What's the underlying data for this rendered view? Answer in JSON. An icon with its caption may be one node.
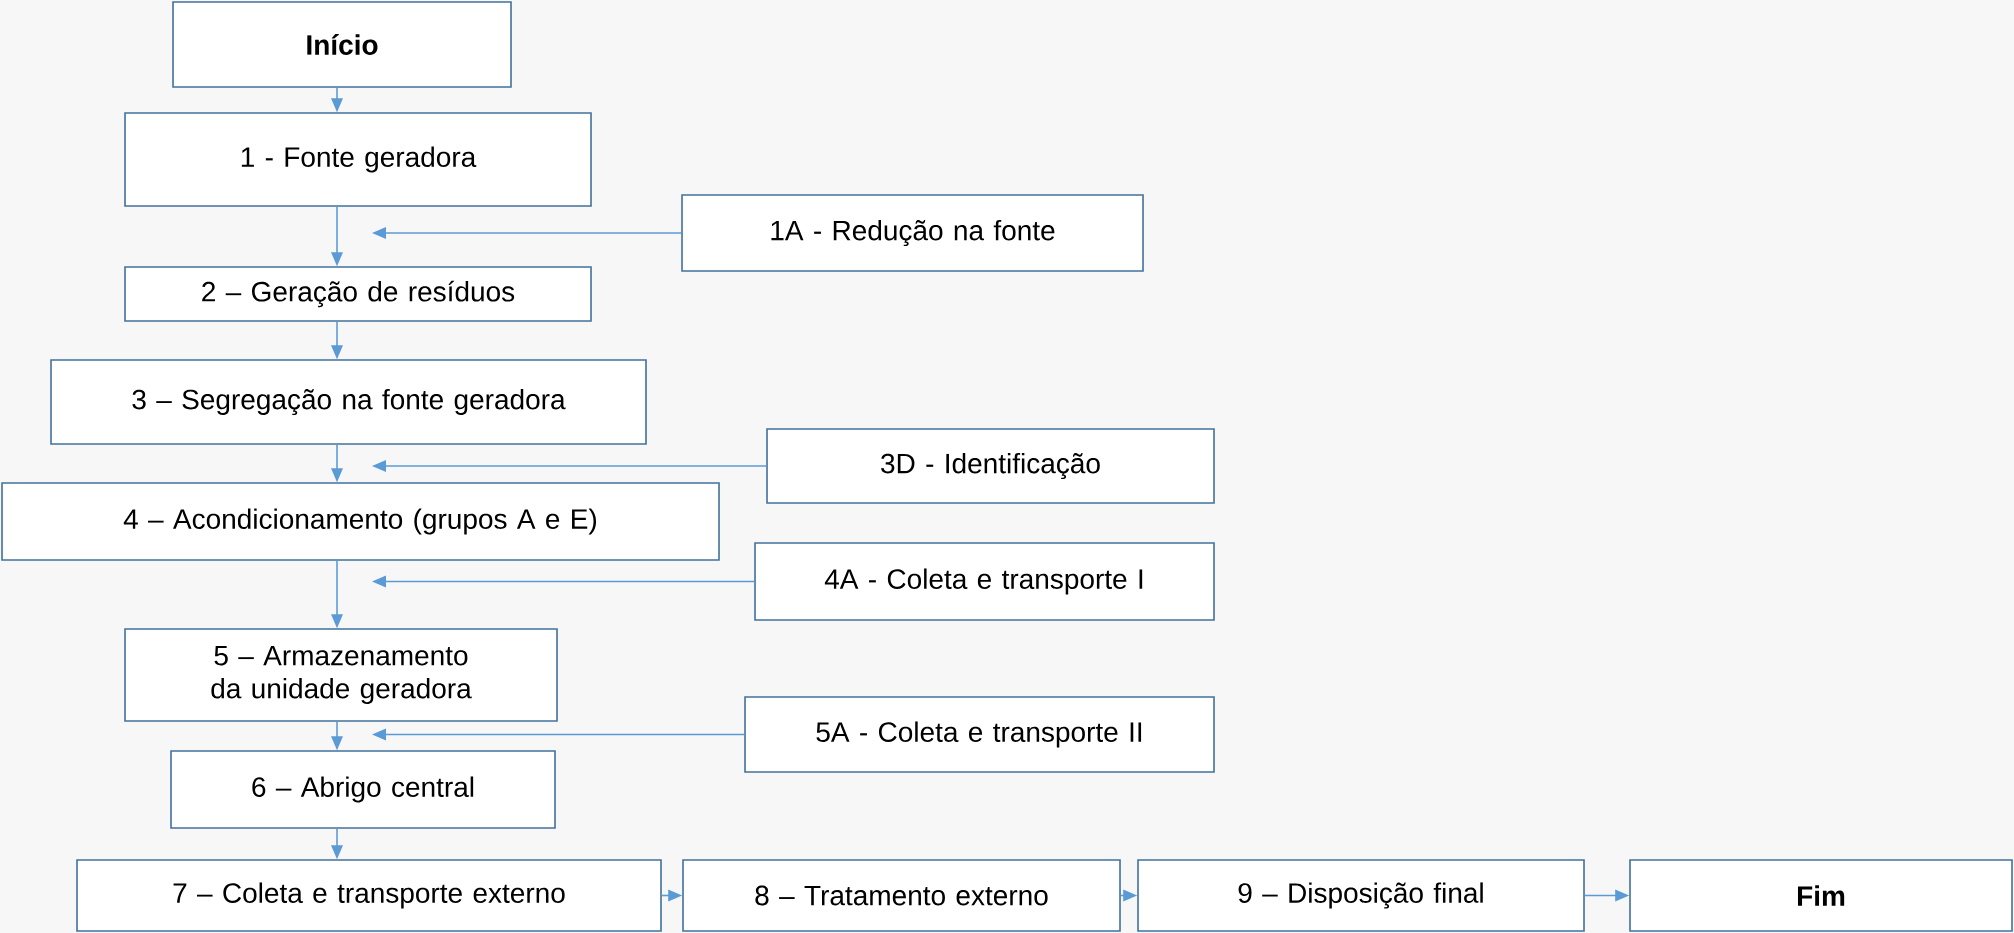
{
  "diagram": {
    "nodes": [
      {
        "text": [
          "Início"
        ]
      },
      {
        "text": [
          "1 - Fonte geradora"
        ]
      },
      {
        "text": [
          "1A - Redução na fonte"
        ]
      },
      {
        "text": [
          "2 – Geração de resíduos"
        ]
      },
      {
        "text": [
          "3 – Segregação na fonte geradora"
        ]
      },
      {
        "text": [
          "3D - Identificação"
        ]
      },
      {
        "text": [
          "4 – Acondicionamento (grupos A e E)"
        ]
      },
      {
        "text": [
          "4A - Coleta e transporte I"
        ]
      },
      {
        "text": [
          "5 – Armazenamento da unidade geradora"
        ]
      },
      {
        "text": [
          "5A - Coleta e transporte II"
        ]
      },
      {
        "text": [
          "6 – Abrigo central"
        ]
      },
      {
        "text": [
          "7 – Coleta e transporte externo"
        ]
      },
      {
        "text": [
          "8 – Tratamento externo"
        ]
      },
      {
        "text": [
          "9 – Disposição final"
        ]
      },
      {
        "text": [
          "Fim"
        ]
      }
    ],
    "edges": [
      {
        "from": 0,
        "to": 1,
        "arrow": "to"
      },
      {
        "from": 1,
        "to": 3,
        "arrow": "to"
      },
      {
        "from": 2,
        "to": 1,
        "arrow": "to"
      },
      {
        "from": 3,
        "to": 4,
        "arrow": "to"
      },
      {
        "from": 4,
        "to": 6,
        "arrow": "to"
      },
      {
        "from": 5,
        "to": 4,
        "arrow": "to"
      },
      {
        "from": 6,
        "to": 8,
        "arrow": "to"
      },
      {
        "from": 7,
        "to": 6,
        "arrow": "to"
      },
      {
        "from": 8,
        "to": 10,
        "arrow": "to"
      },
      {
        "from": 9,
        "to": 8,
        "arrow": "to"
      },
      {
        "from": 10,
        "to": 11,
        "arrow": "to"
      },
      {
        "from": 11,
        "to": 12,
        "arrow": "to"
      },
      {
        "from": 12,
        "to": 13,
        "arrow": "to"
      },
      {
        "from": 13,
        "to": 14,
        "arrow": "to"
      }
    ]
  }
}
